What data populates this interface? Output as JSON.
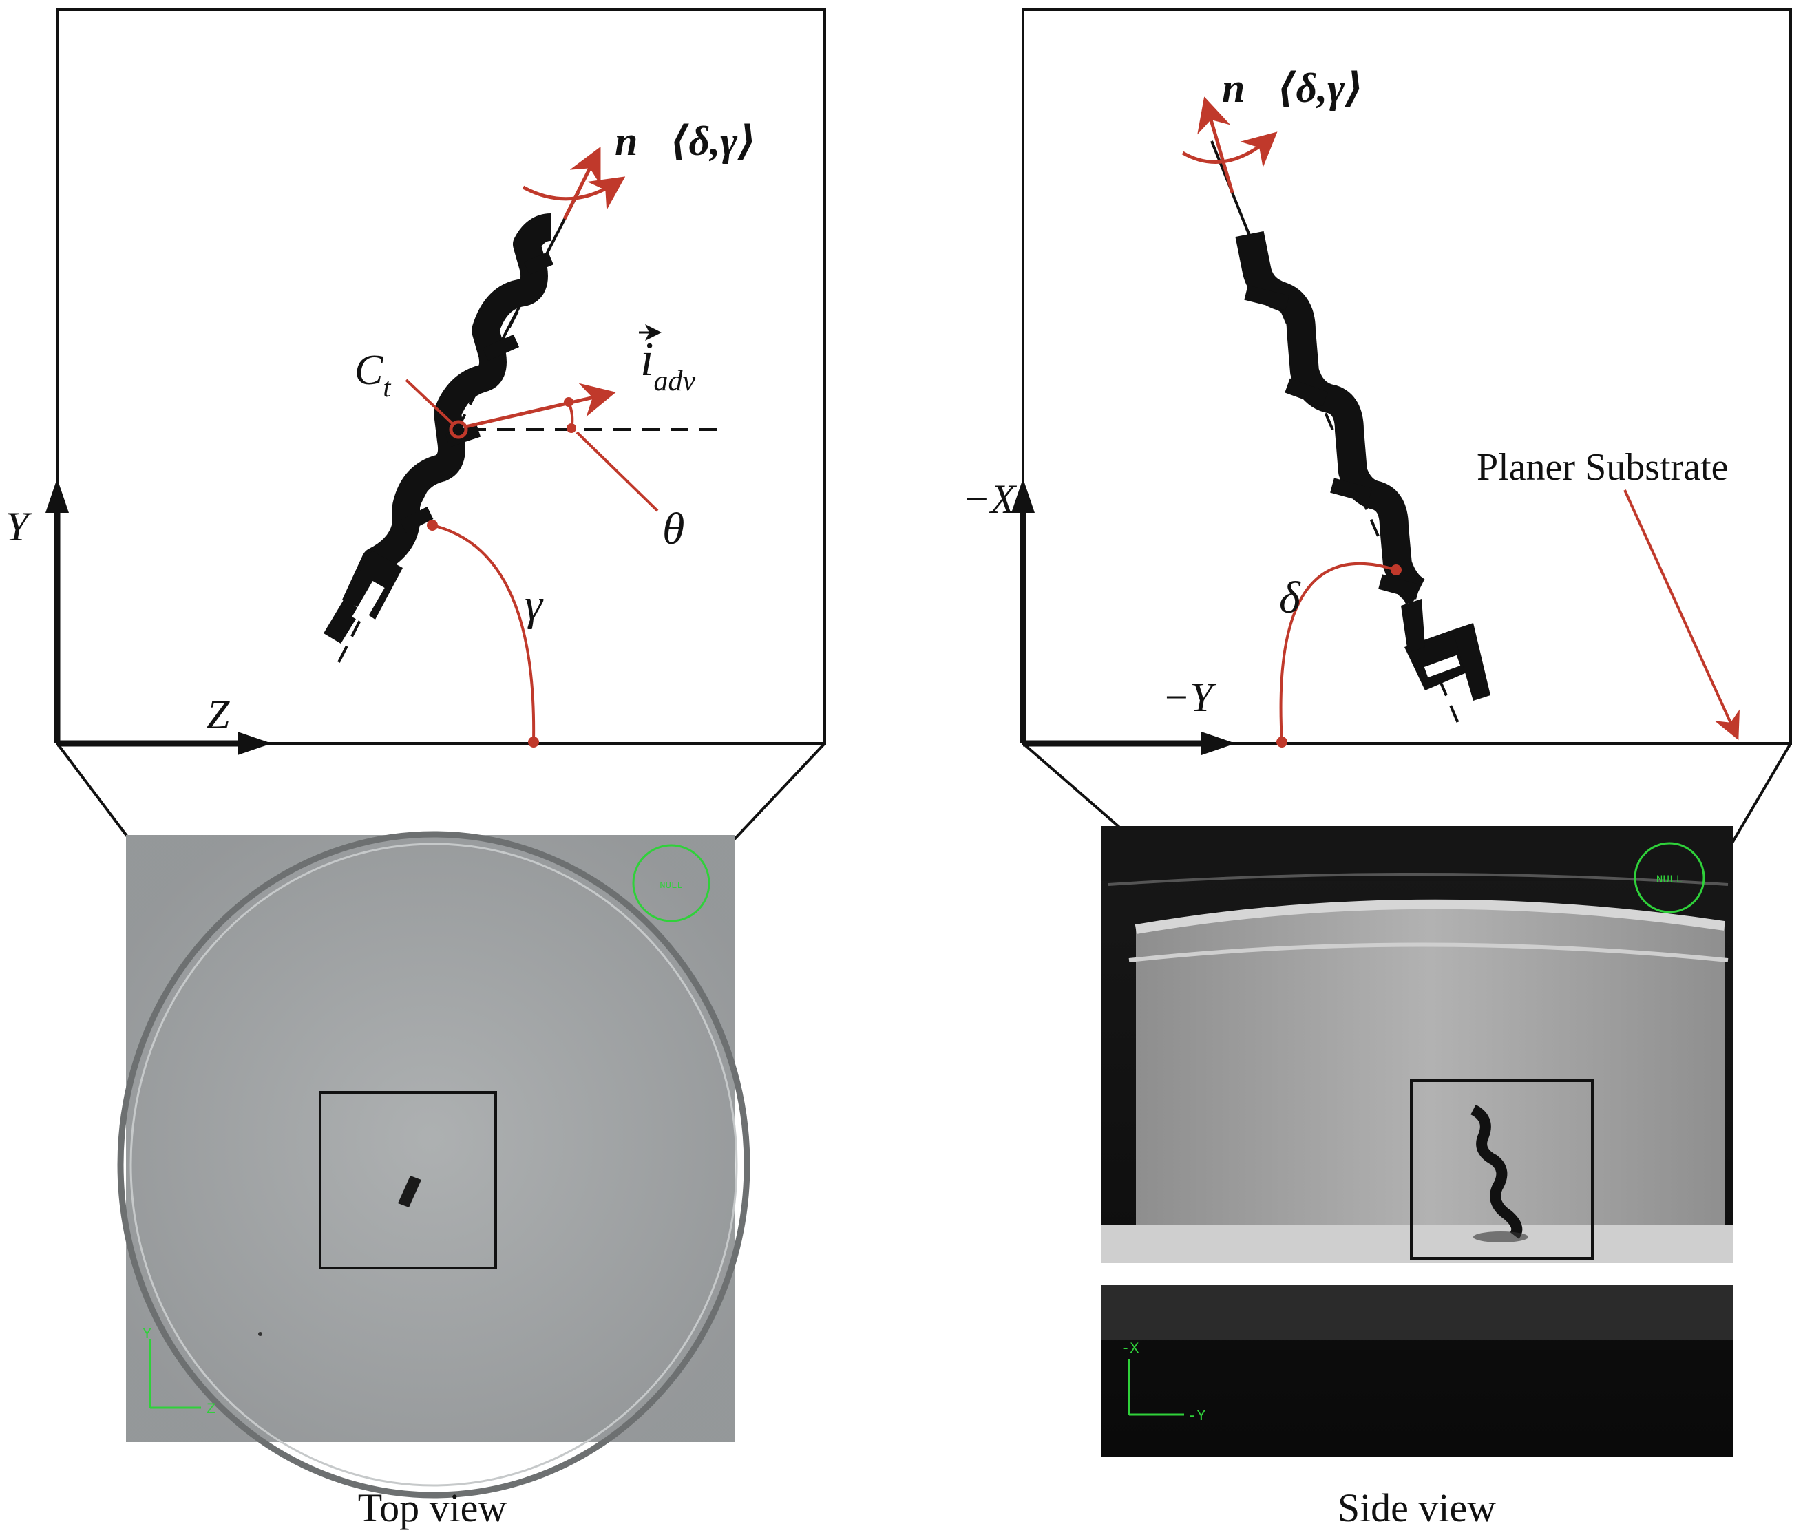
{
  "left_panel": {
    "axis_vertical": "Y",
    "axis_horizontal": "Z",
    "normal_vector_label": "n⃗⟨δ,γ⟩",
    "center_label": "C",
    "center_subscript": "t",
    "advance_vector_label": "i",
    "advance_vector_subscript": "adv",
    "theta_label": "θ",
    "gamma_label": "γ",
    "caption": "Top view"
  },
  "right_panel": {
    "axis_vertical": "−X",
    "axis_horizontal": "−Y",
    "normal_vector_label": "n⃗⟨δ,γ⟩",
    "delta_label": "δ",
    "substrate_label": "Planer Substrate",
    "caption": "Side view"
  },
  "photo_top": {
    "overlay_badge": "NULL",
    "axis_y": "Y",
    "axis_z": "Z"
  },
  "photo_side": {
    "overlay_badge": "NULL",
    "axis_x": "-X",
    "axis_y": "-Y"
  },
  "colors": {
    "annotation_red": "#c0392b",
    "line_black": "#111111",
    "overlay_green": "#2fd13a"
  }
}
